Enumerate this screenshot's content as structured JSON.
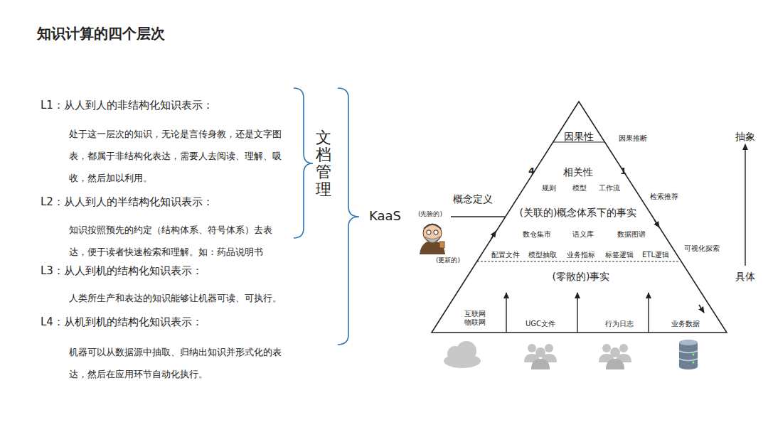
{
  "diagram": {
    "title": "知识计算的四个层次",
    "nodes": [
      {
        "text": [
          "因果性"
        ]
      },
      {
        "text": [
          "相关性",
          "规则",
          "模型",
          "工作流"
        ]
      },
      {
        "text": [
          "(关联的)概念体系下的事实",
          "数仓集市",
          "语义库",
          "数据图谱",
          "配置文件",
          "模型抽取",
          "业务指标",
          "标签逻辑",
          "ETL逻辑"
        ]
      },
      {
        "text": [
          "(零散的)事实",
          "互联网 物联网",
          "UGC文件",
          "行为日志",
          "业务数据"
        ]
      }
    ],
    "labels": [
      "L1：从人到人的非结构化知识表示：",
      "处于这一层次的知识，无论是言传身教，还是文字图表，都属于非结构化表达，需要人去阅读、理解、吸收，然后加以利用。",
      "L2：从人到人的半结构化知识表示：",
      "知识按照预先的约定（结构体系、符号体系）去表达，便于读者快速检索和理解。如：药品说明书",
      "L3：从人到机的结构化知识表示：",
      "人类所生产和表达的知识能够让机器可读、可执行。",
      "L4：从机到机的结构化知识表示：",
      "机器可以从数据源中抽取、归纳出知识并形式化的表达，然后在应用环节自动化执行。",
      "文档管理",
      "KaaS",
      "4",
      "1",
      "因果推断",
      "检索推荐",
      "可视化探索",
      "概念定义",
      "(先验的)",
      "(更新的)",
      "抽象",
      "具体"
    ]
  }
}
